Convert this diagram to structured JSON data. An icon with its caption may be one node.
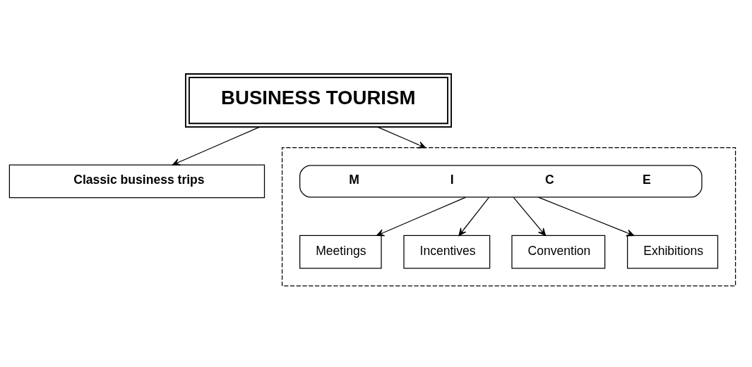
{
  "diagram": {
    "nodes": [
      {
        "text": [
          "BUSINESS TOURISM"
        ]
      },
      {
        "text": [
          "Classic business trips"
        ]
      },
      {
        "text": [],
        "shape": "box"
      },
      {
        "text": [
          "M",
          "I",
          "C",
          "E"
        ],
        "in": 2
      },
      {
        "text": [
          "Meetings"
        ],
        "in": 2
      },
      {
        "text": [
          "Incentives"
        ],
        "in": 2
      },
      {
        "text": [
          "Convention"
        ],
        "in": 2
      },
      {
        "text": [
          "Exhibitions"
        ],
        "in": 2
      }
    ],
    "edges": [
      {
        "from": 0,
        "to": 1,
        "arrow": "to"
      },
      {
        "from": 0,
        "to": 2,
        "arrow": "to"
      },
      {
        "from": 3,
        "to": 4,
        "arrow": "to"
      },
      {
        "from": 3,
        "to": 5,
        "arrow": "to"
      },
      {
        "from": 3,
        "to": 6,
        "arrow": "to"
      },
      {
        "from": 3,
        "to": 7,
        "arrow": "to"
      }
    ]
  }
}
